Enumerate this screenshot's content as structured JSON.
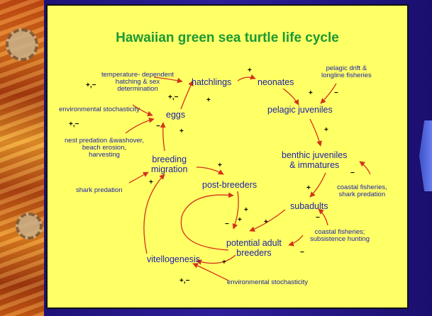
{
  "title": "Hawaiian green sea turtle life cycle",
  "stages": {
    "hatchlings": "hatchlings",
    "neonates": "neonates",
    "eggs": "eggs",
    "pelagic_juveniles": "pelagic juveniles",
    "benthic_juveniles_line1": "benthic juveniles",
    "benthic_juveniles_line2": "& immatures",
    "breeding_migration_line1": "breeding",
    "breeding_migration_line2": "migration",
    "post_breeders": "post-breeders",
    "subadults": "subadults",
    "potential_adult_breeders_line1": "potential adult",
    "potential_adult_breeders_line2": "breeders",
    "vitellogenesis": "vitellogenesis"
  },
  "factors": {
    "temperature_line1": "temperature- dependent",
    "temperature_line2": "hatching & sex",
    "temperature_line3": "determination",
    "env_stochasticity_top": "environmental stochasticity",
    "nest_predation_line1": "nest predation &washover,",
    "nest_predation_line2": "beach erosion,",
    "nest_predation_line3": "harvesting",
    "shark_predation": "shark predation",
    "pelagic_drift_line1": "pelagic drift &",
    "pelagic_drift_line2": "longline fisheries",
    "coastal_shark_line1": "coastal fisheries,",
    "coastal_shark_line2": "shark predation",
    "coastal_subsistence_line1": "coastal fisheries;",
    "coastal_subsistence_line2": "subsistence hunting",
    "env_stochasticity_bottom": "environmental stochasticity"
  },
  "signs": {
    "plus": "+",
    "minus": "−",
    "plus_minus": "+,−"
  },
  "colors": {
    "panel": "#ffff66",
    "title": "#1c9a34",
    "label": "#1b1fa8",
    "arrow": "#d2331c"
  }
}
